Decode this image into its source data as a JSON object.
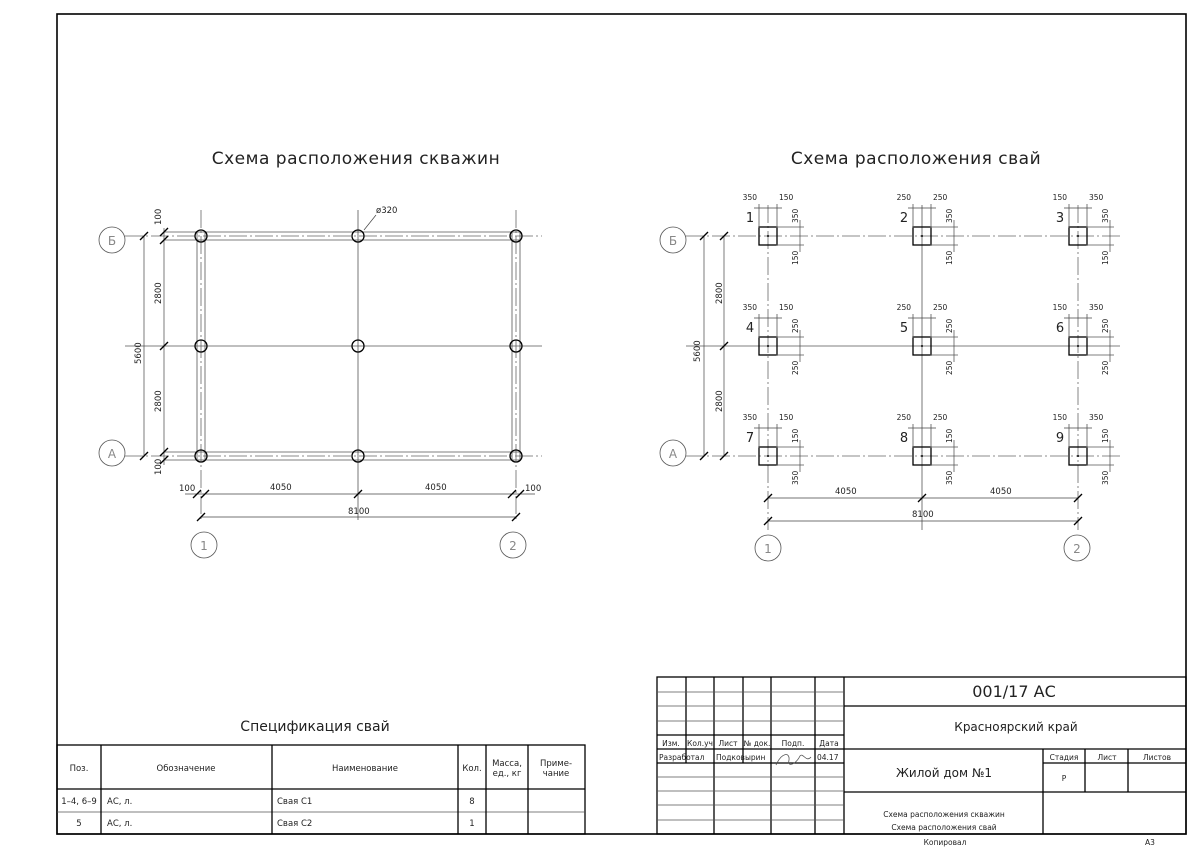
{
  "borehole_plan": {
    "title": "Схема расположения скважин",
    "diameter_label": "ø320",
    "dims": {
      "top": "100",
      "mid1": "2800",
      "mid2": "2800",
      "bottom": "100",
      "total": "5600",
      "left_edge": "100",
      "span1": "4050",
      "span2": "4050",
      "right_edge": "100",
      "overall": "8100"
    },
    "axes": {
      "row_top": "Б",
      "row_bottom": "А",
      "col_left": "1",
      "col_right": "2"
    }
  },
  "pile_plan": {
    "title": "Схема расположения свай",
    "dims": {
      "mid1": "2800",
      "mid2": "2800",
      "total": "5600",
      "span1": "4050",
      "span2": "4050",
      "overall": "8100"
    },
    "axes": {
      "row_top": "Б",
      "row_bottom": "А",
      "col_left": "1",
      "col_right": "2"
    },
    "piles": [
      {
        "num": "1",
        "top_l": "350",
        "top_r": "150",
        "side_a": "350",
        "side_b": "150"
      },
      {
        "num": "2",
        "top_l": "250",
        "top_r": "250",
        "side_a": "350",
        "side_b": "150"
      },
      {
        "num": "3",
        "top_l": "150",
        "top_r": "350",
        "side_a": "350",
        "side_b": "150"
      },
      {
        "num": "4",
        "top_l": "350",
        "top_r": "150",
        "side_a": "250",
        "side_b": "250"
      },
      {
        "num": "5",
        "top_l": "250",
        "top_r": "250",
        "side_a": "250",
        "side_b": "250"
      },
      {
        "num": "6",
        "top_l": "150",
        "top_r": "350",
        "side_a": "250",
        "side_b": "250"
      },
      {
        "num": "7",
        "top_l": "350",
        "top_r": "150",
        "side_a": "150",
        "side_b": "350"
      },
      {
        "num": "8",
        "top_l": "250",
        "top_r": "250",
        "side_a": "150",
        "side_b": "350"
      },
      {
        "num": "9",
        "top_l": "150",
        "top_r": "350",
        "side_a": "150",
        "side_b": "350"
      }
    ]
  },
  "spec": {
    "title": "Спецификация свай",
    "headers": {
      "pos": "Поз.",
      "designation": "Обозначение",
      "name": "Наименование",
      "qty": "Кол.",
      "mass": "Масса, ед., кг",
      "note": "Приме- чание"
    },
    "rows": [
      {
        "pos": "1–4, 6–9",
        "designation": "АС, л.",
        "name": "Свая С1",
        "qty": "8",
        "mass": "",
        "note": ""
      },
      {
        "pos": "5",
        "designation": "АС, л.",
        "name": "Свая С2",
        "qty": "1",
        "mass": "",
        "note": ""
      }
    ]
  },
  "title_block": {
    "doc_code": "001/17 АС",
    "region": "Красноярский край",
    "object": "Жилой дом №1",
    "sheet_titles": [
      "Схема расположения скважин",
      "Схема расположения свай"
    ],
    "col_headers": {
      "izm": "Изм.",
      "kol": "Кол.уч",
      "list": "Лист",
      "ndoc": "№ док.",
      "podp": "Подп.",
      "date": "Дата"
    },
    "stage_headers": {
      "stage": "Стадия",
      "sheet": "Лист",
      "sheets": "Листов"
    },
    "stage_value": "Р",
    "developed_label": "Разработал",
    "developer": "Подковырин",
    "date_value": "04.17",
    "copied": "Копировал",
    "format": "А3"
  }
}
